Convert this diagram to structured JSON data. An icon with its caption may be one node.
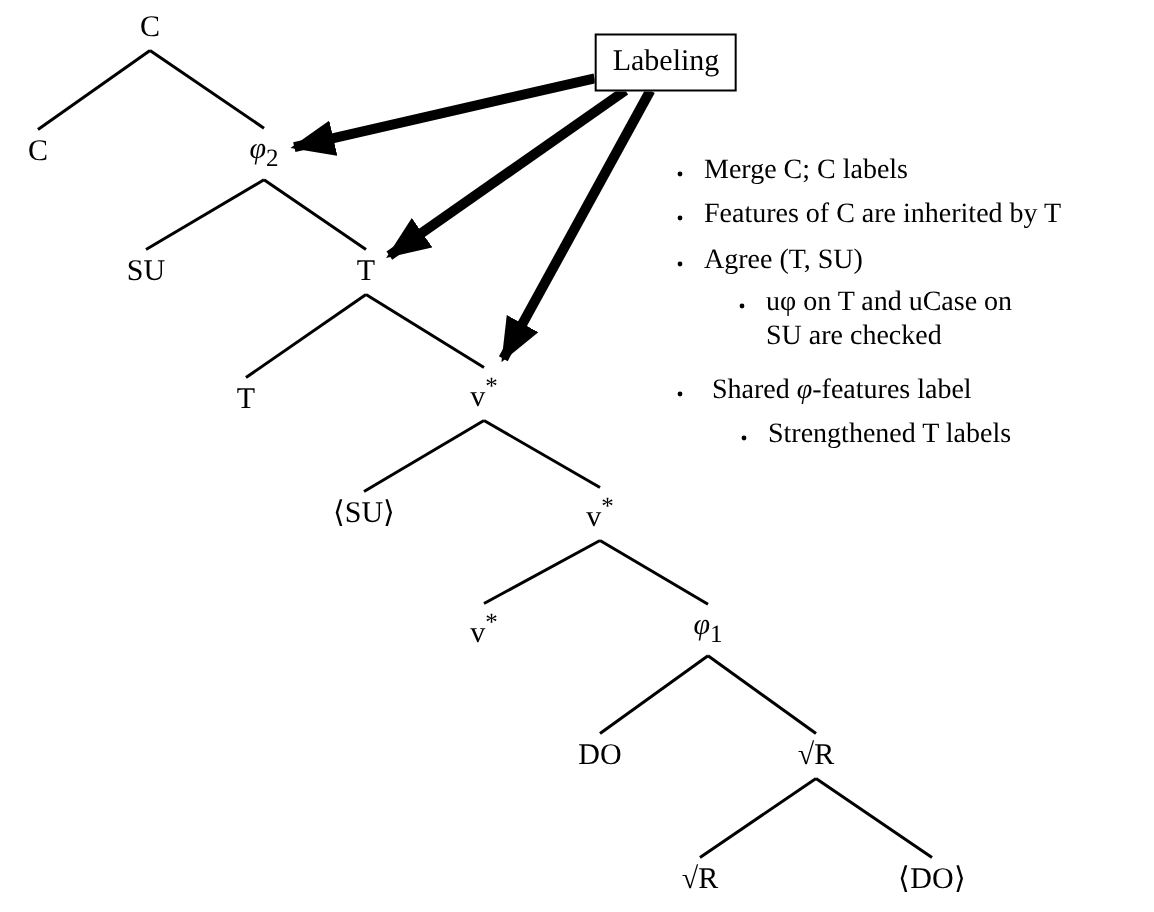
{
  "diagram": {
    "nodes": [
      {
        "text": [
          "C"
        ]
      },
      {
        "text": [
          "C"
        ]
      },
      {
        "text": [
          "*φ*$_{2}$"
        ]
      },
      {
        "text": [
          "SU"
        ]
      },
      {
        "text": [
          "T"
        ]
      },
      {
        "text": [
          "T"
        ]
      },
      {
        "text": [
          "v$^{*}$"
        ]
      },
      {
        "text": [
          "⟨SU⟩"
        ]
      },
      {
        "text": [
          "v$^{*}$"
        ]
      },
      {
        "text": [
          "v$^{*}$"
        ]
      },
      {
        "text": [
          "*φ*$_{1}$"
        ]
      },
      {
        "text": [
          "DO"
        ]
      },
      {
        "text": [
          "√R"
        ]
      },
      {
        "text": [
          "√R"
        ]
      },
      {
        "text": [
          "⟨DO⟩"
        ]
      },
      {
        "text": [
          "Labeling"
        ]
      }
    ],
    "edges": [
      {
        "from": 0,
        "to": 1,
        "arrow": "none"
      },
      {
        "from": 0,
        "to": 2,
        "arrow": "none"
      },
      {
        "from": 2,
        "to": 3,
        "arrow": "none"
      },
      {
        "from": 2,
        "to": 4,
        "arrow": "none"
      },
      {
        "from": 4,
        "to": 5,
        "arrow": "none"
      },
      {
        "from": 4,
        "to": 6,
        "arrow": "none"
      },
      {
        "from": 6,
        "to": 7,
        "arrow": "none"
      },
      {
        "from": 6,
        "to": 8,
        "arrow": "none"
      },
      {
        "from": 8,
        "to": 9,
        "arrow": "none"
      },
      {
        "from": 8,
        "to": 10,
        "arrow": "none"
      },
      {
        "from": 10,
        "to": 11,
        "arrow": "none"
      },
      {
        "from": 10,
        "to": 12,
        "arrow": "none"
      },
      {
        "from": 12,
        "to": 13,
        "arrow": "none"
      },
      {
        "from": 12,
        "to": 14,
        "arrow": "none"
      },
      {
        "from": 15,
        "to": 2,
        "arrow": "to",
        "style": "thick"
      },
      {
        "from": 15,
        "to": 4,
        "arrow": "to",
        "style": "thick"
      },
      {
        "from": 15,
        "to": 6,
        "arrow": "to",
        "style": "thick"
      }
    ],
    "labels": [
      "Merge C; C labels",
      "Features of C are inherited by T",
      "Agree (T, SU)",
      "uφ on T and uCase on SU are checked",
      "Shared *φ*-features label",
      "Strengthened T labels"
    ]
  }
}
